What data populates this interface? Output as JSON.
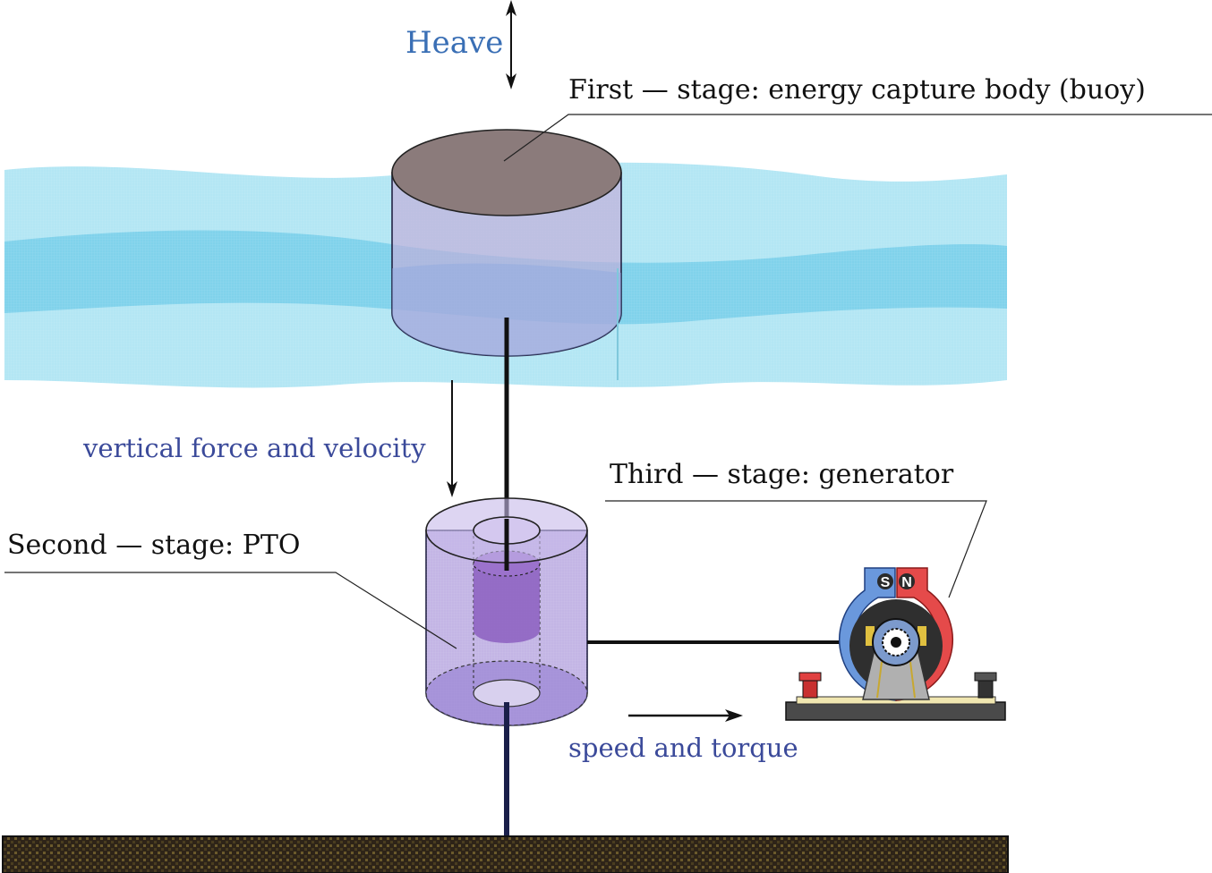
{
  "labels": {
    "heave": "Heave",
    "first_stage": "First — stage: energy capture body (buoy)",
    "vertical_force": "vertical force and velocity",
    "third_stage": "Third — stage: generator",
    "second_stage": "Second — stage: PTO",
    "speed_torque": "speed and torque"
  },
  "magnet": {
    "south": "S",
    "north": "N"
  },
  "colors": {
    "water_light": "#a9e2f2",
    "water_mid": "#6fcbe8",
    "buoy_top": "#8a7a7a",
    "buoy_body": "#b9a3d6",
    "pto_body": "#b8a8e0",
    "pto_core": "#8c5fc0",
    "label_blue": "#3a6fb5",
    "label_navy": "#3b4a9a",
    "magnet_south": "#4a7fd0",
    "magnet_north": "#e23a3a",
    "seabed": "#3b2f1f",
    "shaft": "#1a1f4a"
  }
}
